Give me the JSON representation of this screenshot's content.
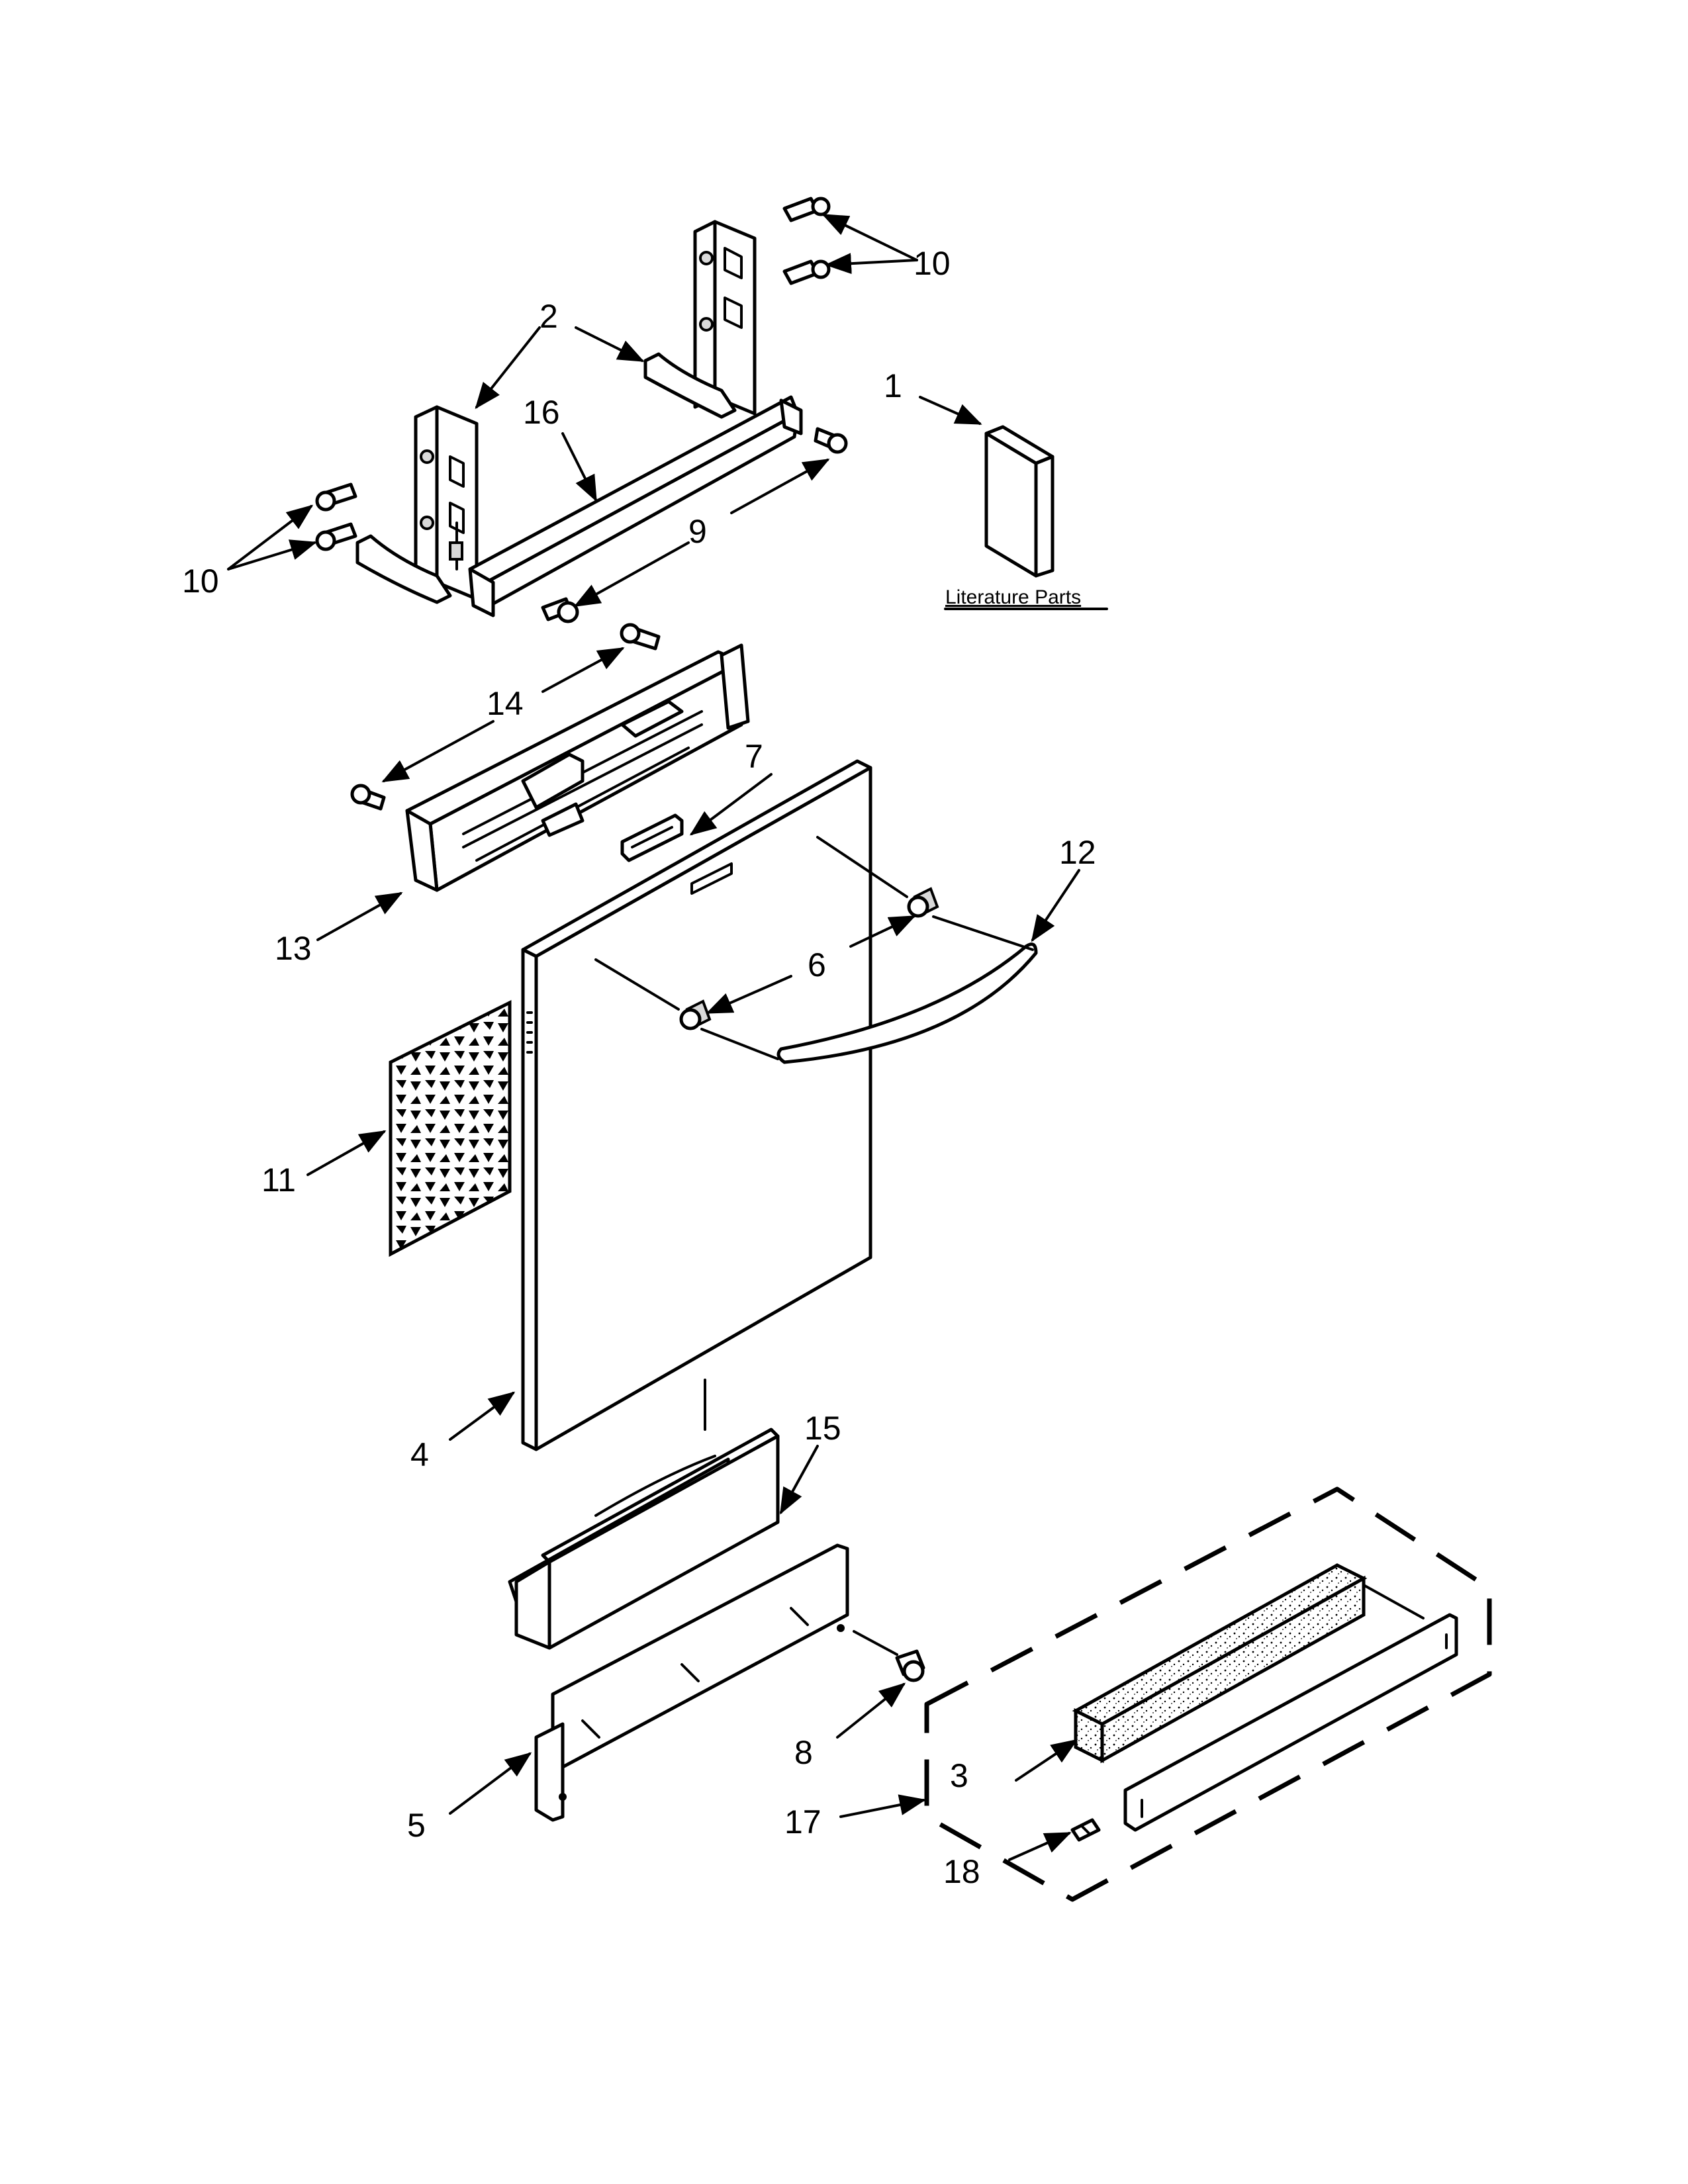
{
  "callouts": [
    {
      "id": "c1",
      "text": "1"
    },
    {
      "id": "c2",
      "text": "2"
    },
    {
      "id": "c3",
      "text": "3"
    },
    {
      "id": "c4",
      "text": "4"
    },
    {
      "id": "c5",
      "text": "5"
    },
    {
      "id": "c6",
      "text": "6"
    },
    {
      "id": "c7",
      "text": "7"
    },
    {
      "id": "c8",
      "text": "8"
    },
    {
      "id": "c9",
      "text": "9"
    },
    {
      "id": "c10a",
      "text": "10"
    },
    {
      "id": "c10b",
      "text": "10"
    },
    {
      "id": "c11",
      "text": "11"
    },
    {
      "id": "c12",
      "text": "12"
    },
    {
      "id": "c13",
      "text": "13"
    },
    {
      "id": "c14",
      "text": "14"
    },
    {
      "id": "c15",
      "text": "15"
    },
    {
      "id": "c16",
      "text": "16"
    },
    {
      "id": "c17",
      "text": "17"
    },
    {
      "id": "c18",
      "text": "18"
    }
  ],
  "literature_label": "Literature Parts"
}
